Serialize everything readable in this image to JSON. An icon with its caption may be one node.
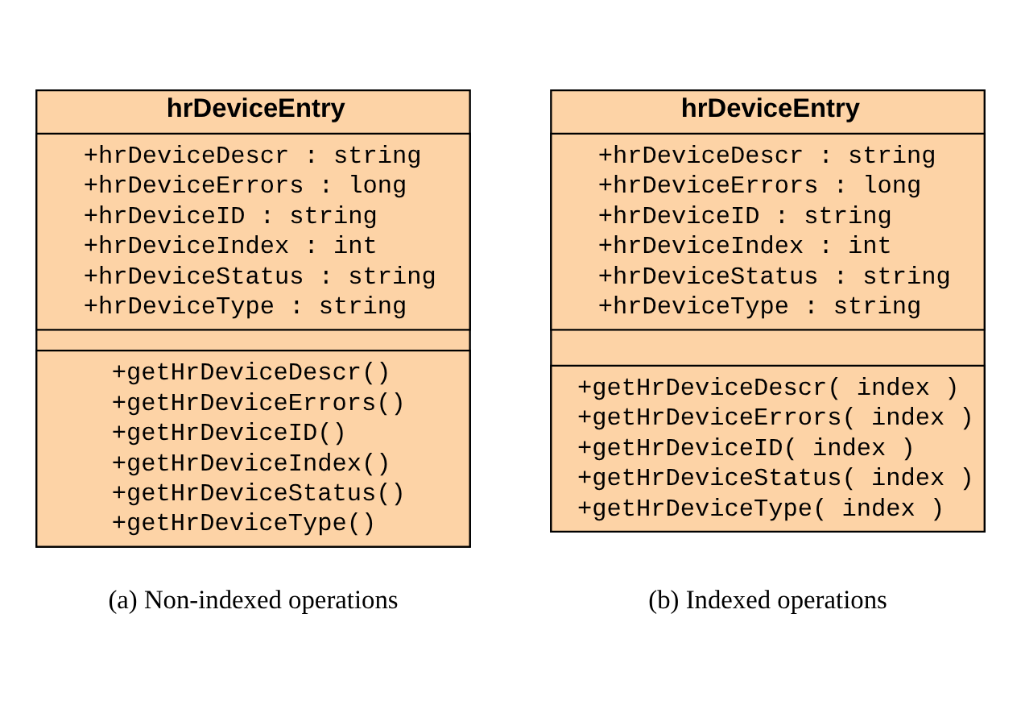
{
  "diagram": {
    "nodes": [
      {
        "text": [
          "hrDeviceEntry"
        ]
      },
      {
        "text": [
          "+hrDeviceDescr : string",
          "+hrDeviceErrors : long",
          "+hrDeviceID : string",
          "+hrDeviceIndex : int",
          "+hrDeviceStatus : string",
          "+hrDeviceType : string"
        ],
        "in": 0
      },
      {
        "text": [
          "+getHrDeviceDescr()",
          "+getHrDeviceErrors()",
          "+getHrDeviceID()",
          "+getHrDeviceIndex()",
          "+getHrDeviceStatus()",
          "+getHrDeviceType()"
        ],
        "in": 0
      },
      {
        "text": [
          "hrDeviceEntry"
        ]
      },
      {
        "text": [
          "+hrDeviceDescr : string",
          "+hrDeviceErrors : long",
          "+hrDeviceID : string",
          "+hrDeviceIndex : int",
          "+hrDeviceStatus : string",
          "+hrDeviceType : string"
        ],
        "in": 3
      },
      {
        "text": [
          "+getHrDeviceDescr( index )",
          "+getHrDeviceErrors( index )",
          "+getHrDeviceID( index )",
          "+getHrDeviceStatus( index )",
          "+getHrDeviceType( index )"
        ],
        "in": 3
      }
    ],
    "edges": [],
    "labels": [
      "(a) Non-indexed operations",
      "(b) Indexed operations"
    ]
  }
}
